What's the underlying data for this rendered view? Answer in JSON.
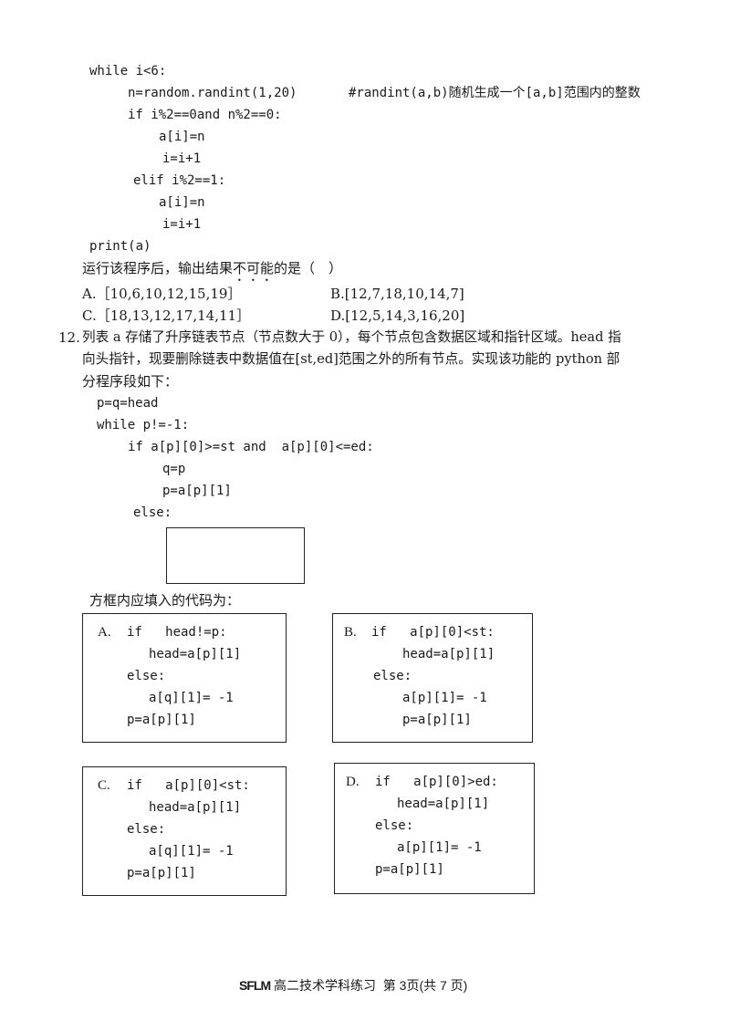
{
  "q11": {
    "code_lines": [
      "while i<6:",
      "n=random.randint(1,20)",
      "#randint(a,b)随机生成一个[a,b]范围内的整数",
      "if i%2==0and n%2==0:",
      "a[i]=n",
      "i=i+1",
      "elif i%2==1:",
      "a[i]=n",
      "i=i+1",
      "print(a)"
    ],
    "question_pre": "运行该程序后，输出结果",
    "question_emph": "不可能",
    "question_post": "的是（　）",
    "options": {
      "A": "A.［10,6,10,12,15,19］",
      "B": "B.[12,7,18,10,14,7]",
      "C": "C.［18,13,12,17,14,11］",
      "D": "D.[12,5,14,3,16,20]"
    }
  },
  "q12": {
    "number": "12.",
    "text_line1": "列表 a 存储了升序链表节点（节点数大于 0），每个节点包含数据区域和指针区域。head 指",
    "text_line2": "向头指针，现要删除链表中数据值在[st,ed]范围之外的所有节点。实现该功能的 python 部",
    "text_line3": "分程序段如下：",
    "code_lines": [
      "p=q=head",
      "while p!=-1:",
      "if a[p][0]>=st and  a[p][0]<=ed:",
      "q=p",
      "p=a[p][1]",
      "else:"
    ],
    "fill_prompt": "方框内应填入的代码为：",
    "choices": {
      "A": [
        "A.",
        "if   head!=p:",
        "head=a[p][1]",
        "else:",
        "a[q][1]= -1",
        "p=a[p][1]"
      ],
      "B": [
        "B.",
        "if   a[p][0]<st:",
        "head=a[p][1]",
        "else:",
        "a[p][1]= -1",
        "p=a[p][1]"
      ],
      "C": [
        "C.",
        "if   a[p][0]<st:",
        "head=a[p][1]",
        "else:",
        "a[q][1]= -1",
        "p=a[p][1]"
      ],
      "D": [
        "D.",
        "if   a[p][0]>ed:",
        "head=a[p][1]",
        "else:",
        "a[p][1]= -1",
        "p=a[p][1]"
      ]
    }
  },
  "footer": {
    "logo": "SFLM",
    "text": "高二技术学科练习  第 3页(共 7 页)"
  }
}
